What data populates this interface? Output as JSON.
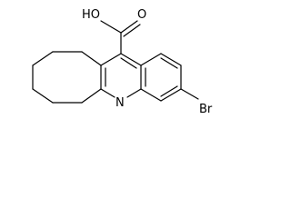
{
  "molecule": {
    "labels": {
      "acid": "HO",
      "carbonyl_oxygen": "O",
      "ring_nitrogen": "N",
      "halogen": "Br"
    }
  },
  "colors": {
    "background": "#ffffff",
    "ink": "#000000"
  }
}
